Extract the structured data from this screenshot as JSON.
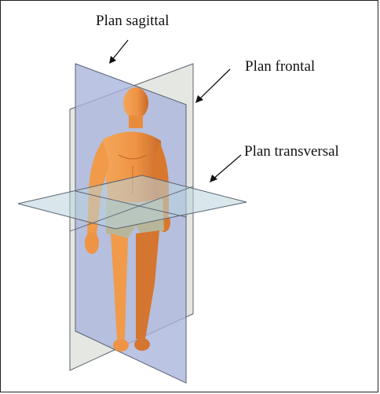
{
  "labels": {
    "sagittal": "Plan sagittal",
    "frontal": "Plan frontal",
    "transversal": "Plan transversal"
  },
  "colors": {
    "sagittal_plane": "#aab4dc",
    "frontal_plane": "#d8dcd4",
    "transversal_plane": "#b9d4dc",
    "plane_edge": "#5a6270",
    "skin": "#f09a4a",
    "skin_shadow": "#cf6e2a",
    "shorts": "#b8b69a",
    "arrow": "#111111"
  },
  "icons": {
    "figure": "human-body-figure",
    "arrow": "pointer-arrow"
  }
}
